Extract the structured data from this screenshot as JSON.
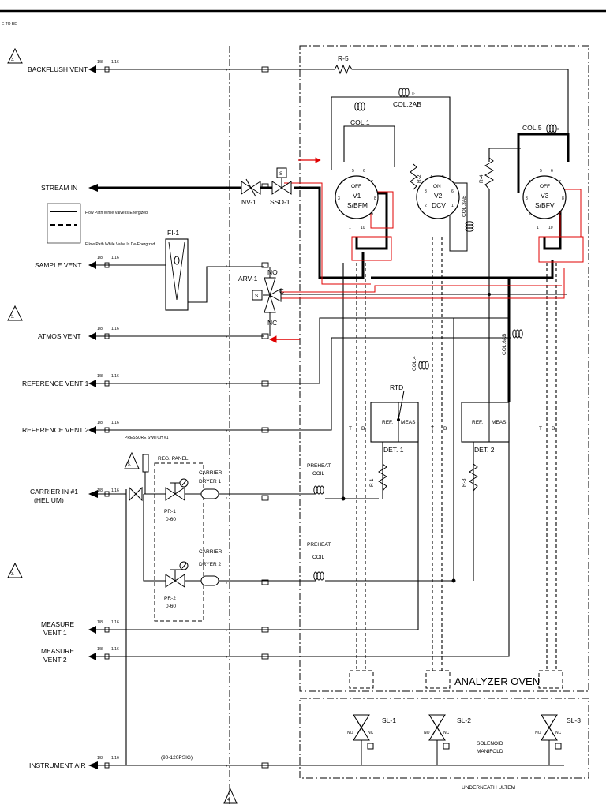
{
  "header": {
    "corner_note": "E TO BE"
  },
  "revision_marks": {
    "left": "3.",
    "carrier": "5.",
    "bottom": "4."
  },
  "lines": {
    "backflush_vent": "BACKFLUSH VENT",
    "stream_in": "STREAM IN",
    "sample_vent": "SAMPLE VENT",
    "atmos_vent": "ATMOS VENT",
    "reference_vent_1": "REFERENCE VENT 1",
    "reference_vent_2": "REFERENCE VENT 2",
    "carrier_in_1": "CARRIER IN #1",
    "carrier_in_1_sub": "(HELIUM)",
    "measure_vent_1_a": "MEASURE",
    "measure_vent_1_b": "VENT 1",
    "measure_vent_2_a": "MEASURE",
    "measure_vent_2_b": "VENT 2",
    "instrument_air": "INSTRUMENT AIR",
    "instrument_air_pressure": "(90-120PSIG)"
  },
  "tubing": {
    "size_a": "1/8",
    "size_b": "1/16"
  },
  "legend": {
    "energized": "Flow Path While Valve Is Energized",
    "de_energized": "F low Path While Valve Is De-Energized"
  },
  "components": {
    "fi1": "FI-1",
    "nv1": "NV-1",
    "sso1": "SSO-1",
    "s": "S",
    "arv1": "ARV-1",
    "no": "NO",
    "nc": "NC",
    "c": "C",
    "r5": "R-5",
    "r4": "R-4",
    "r2": "R-2",
    "r1": "R-1",
    "r3": "R-3",
    "col1": "COL.1",
    "col2ab": "COL.2AB",
    "col3ab": "COL.3AB",
    "col4": "COL.4",
    "col5": "COL.5",
    "col6ab": "COL.6AB",
    "v1": "V1",
    "v1_sub": "S/BFM",
    "v2": "V2",
    "v2_sub": "DCV",
    "v3": "V3",
    "v3_sub": "S/BFV",
    "off": "OFF",
    "on": "ON",
    "rtd": "RTD",
    "ref": "REF.",
    "meas": "MEAS",
    "det1": "DET. 1",
    "det2": "DET. 2",
    "t": "T",
    "b": "B",
    "preheat_coil_a": "PREHEAT",
    "preheat_coil_b": "COIL",
    "pressure_switch": "PRESSURE SWITCH #1",
    "reg_panel": "REG. PANEL",
    "carrier_dryer_a": "CARRIER",
    "carrier_dryer_1": "DRYER 1",
    "carrier_dryer_2": "DRYER 2",
    "pr1": "PR-1",
    "pr2": "PR-2",
    "pr_range": "0-60",
    "sl1": "SL-1",
    "sl2": "SL-2",
    "sl3": "SL-3",
    "solenoid_a": "SOLENOID",
    "solenoid_b": "MANIFOLD"
  },
  "ports": [
    "1",
    "2",
    "3",
    "4",
    "5",
    "6",
    "7",
    "8",
    "9",
    "10"
  ],
  "zones": {
    "oven": "ANALYZER OVEN",
    "underneath": "UNDERNEATH ULTEM"
  },
  "colors": {
    "line": "#000000",
    "flow_highlight": "#e00000"
  }
}
